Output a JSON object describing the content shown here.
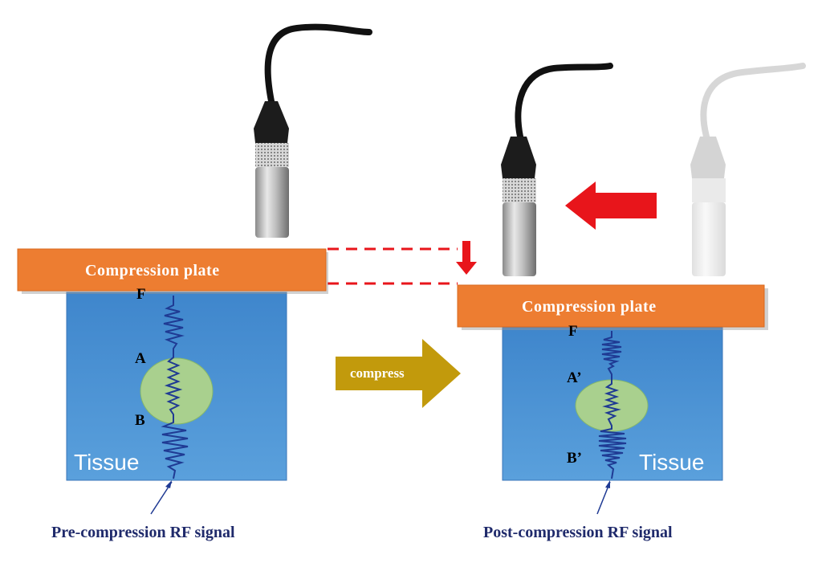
{
  "colors": {
    "plate": "#ed7d31",
    "tissue": "#4f95d3",
    "lesion": "#a9d08e",
    "signal": "#1f3a93",
    "red_arrow": "#e8151b",
    "compress_arrow": "#c29a0c",
    "probe_body": "#b8b8b8",
    "probe_head": "#222222"
  },
  "icons": {
    "probe": "ultrasound-transducer-icon",
    "probe_faded": "faded-ultrasound-transducer-icon",
    "move_left": "left-arrow-icon",
    "move_down": "down-arrow-icon",
    "compress": "right-arrow-icon"
  },
  "diagram": {
    "left": {
      "plate_label": "Compression plate",
      "tissue_label": "Tissue",
      "marker_f": "F",
      "marker_a": "A",
      "marker_b": "B",
      "caption": "Pre-compression  RF signal"
    },
    "right": {
      "plate_label": "Compression plate",
      "tissue_label": "Tissue",
      "marker_f": "F",
      "marker_a": "A’",
      "marker_b": "B’",
      "caption": "Post-compression  RF signal"
    },
    "compress_label": "compress"
  }
}
